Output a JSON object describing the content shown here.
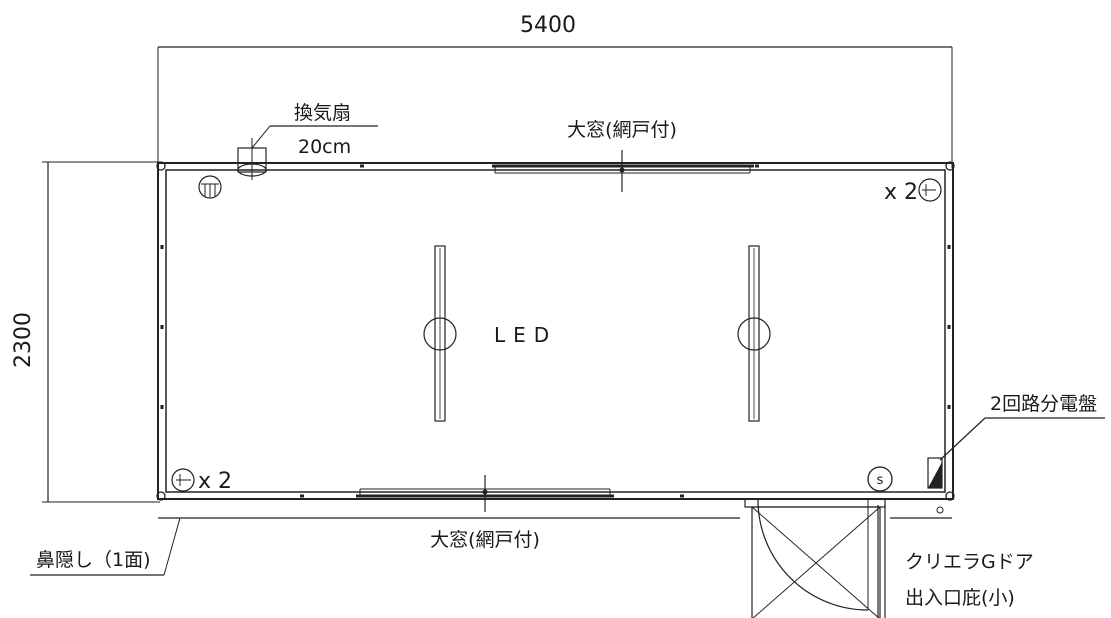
{
  "dimensions": {
    "width": "5400",
    "height": "2300"
  },
  "labels": {
    "fan_title": "換気扇",
    "fan_size": "20cm",
    "window_top": "大窓(網戸付)",
    "window_bottom": "大窓(網戸付)",
    "outlet_count_top": "x 2",
    "outlet_count_bottom": "x 2",
    "lighting": "LED",
    "panel": "2回路分電盤",
    "switch_mark": "s",
    "awning": "鼻隠し（1面)",
    "door_type": "クリエラGドア",
    "door_eave": "出入口庇(小)"
  },
  "colors": {
    "line": "#222222",
    "background": "#ffffff"
  }
}
